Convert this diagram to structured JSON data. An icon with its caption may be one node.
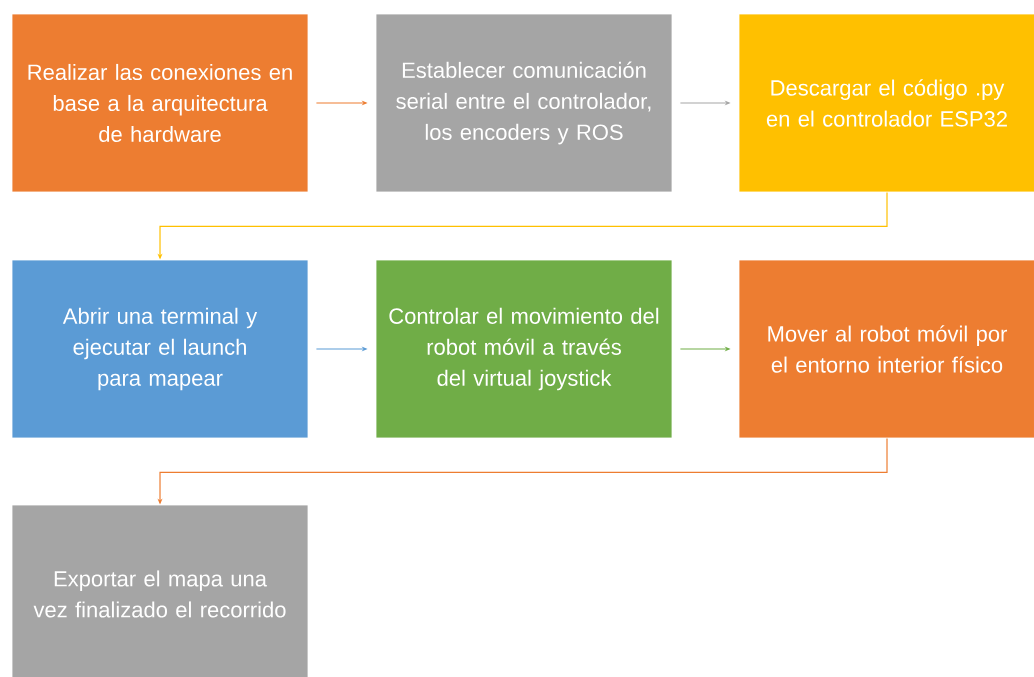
{
  "diagram": {
    "nodes": [
      {
        "text": [
          "Realizar las conexiones en base a la arquitectura de hardware"
        ]
      },
      {
        "text": [
          "Establecer comunicación serial entre el controlador, los encoders y ROS"
        ]
      },
      {
        "text": [
          "Descargar el código .py en el controlador ESP32"
        ]
      },
      {
        "text": [
          "Abrir una terminal y ejecutar el launch para mapear"
        ]
      },
      {
        "text": [
          "Controlar el movimiento del robot móvil a través del virtual joystick"
        ]
      },
      {
        "text": [
          "Mover al robot móvil por el entorno interior físico"
        ]
      },
      {
        "text": [
          "Exportar el mapa una vez finalizado el recorrido"
        ]
      }
    ],
    "edges": [
      {
        "from": 0,
        "to": 1,
        "arrow": "to",
        "color": "#ed7d31"
      },
      {
        "from": 1,
        "to": 2,
        "arrow": "to",
        "color": "#a5a5a5"
      },
      {
        "from": 2,
        "to": 3,
        "arrow": "to",
        "color": "#ffc000"
      },
      {
        "from": 3,
        "to": 4,
        "arrow": "to",
        "color": "#5b9bd5"
      },
      {
        "from": 4,
        "to": 5,
        "arrow": "to",
        "color": "#70ad47"
      },
      {
        "from": 5,
        "to": 6,
        "arrow": "to",
        "color": "#ed7d31"
      }
    ]
  }
}
